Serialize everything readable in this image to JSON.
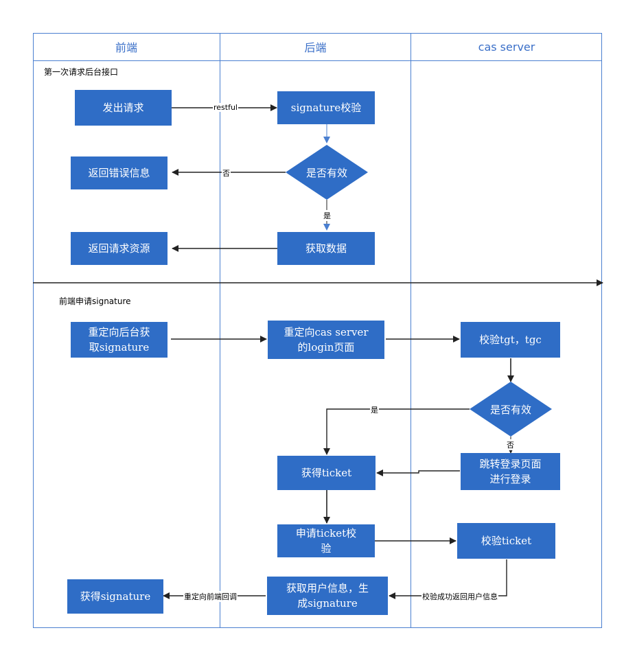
{
  "lanes": {
    "frontend": "前端",
    "backend": "后端",
    "cas": "cas server"
  },
  "sections": {
    "first": "第一次请求后台接口",
    "second": "前端申请signature"
  },
  "nodes": {
    "send_request": "发出请求",
    "signature_check": "signature校验",
    "is_valid_1": "是否有效",
    "return_error": "返回错误信息",
    "fetch_data": "获取数据",
    "return_resource": "返回请求资源",
    "redirect_backend": "重定向后台获\n取signature",
    "redirect_cas": "重定向cas server\n的login页面",
    "check_tgt": "校验tgt，tgc",
    "is_valid_2": "是否有效",
    "get_ticket": "获得ticket",
    "jump_login": "跳转登录页面\n进行登录",
    "apply_ticket_check": "申请ticket校\n验",
    "check_ticket": "校验ticket",
    "get_user_info": "获取用户信息，生\n成signature",
    "got_signature": "获得signature"
  },
  "edge_labels": {
    "restful": "restful",
    "no_1": "否",
    "yes_1": "是",
    "yes_2": "是",
    "no_2": "否",
    "redirect_callback": "重定向前端回调",
    "check_success": "校验成功返回用户信息"
  },
  "colors": {
    "box_fill": "#2f6dc6",
    "lane_border": "#4a7fd0",
    "lane_title": "#3a6fc8",
    "arrow": "#222222"
  }
}
